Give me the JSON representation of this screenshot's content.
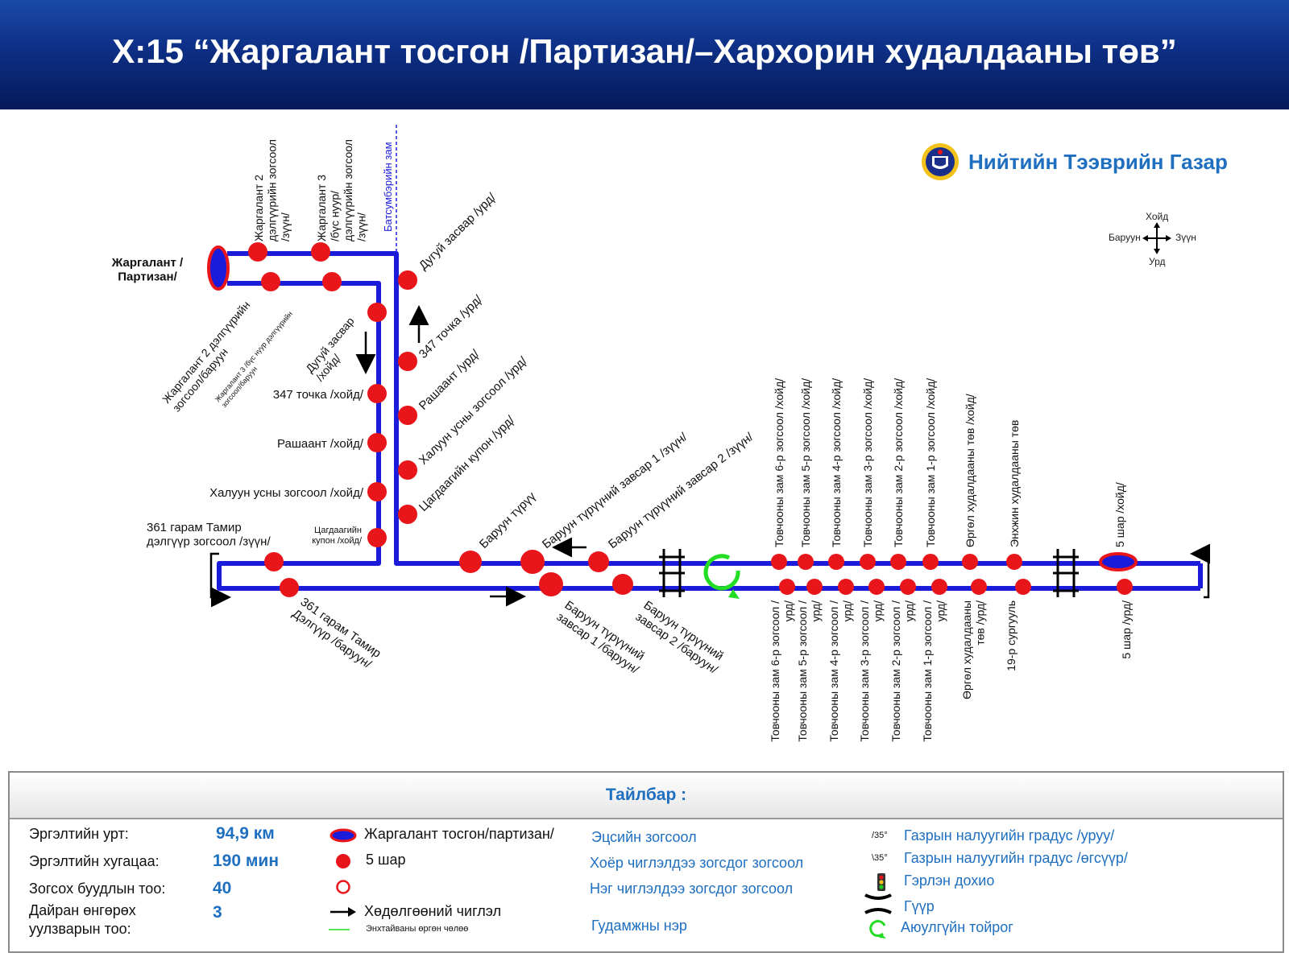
{
  "title": "Х:15 “Жаргалант тосгон /Партизан/–Хархорин худалдааны төв”",
  "organization": "Нийтийн Тээврийн Газар",
  "compass": {
    "north": "Хойд",
    "south": "Урд",
    "east": "Зүүн",
    "west": "Баруун"
  },
  "colors": {
    "route": "#1b1bdc",
    "stop": "#e8161b",
    "header": "#0d2f85",
    "accent": "#1f6fc0",
    "roundabout": "#22dd22"
  },
  "map_labels": {
    "terminal": "Жаргалант /\nПартизан/",
    "street": "Батсумбэрийн зам",
    "north_west": [
      "Жаргалант 2\nдэлгүүрийн зогсоол\n/зүүн/",
      "Жаргалант 3\n/бүс нуур/\nдэлгүүрийн зогсоол\n/зүүн/",
      "Жаргалант 2 дэлгүүрийн\nзогсоол/баруун",
      "Жаргалант 3 /бүс нуур дэлгүүрийн\nзогсоол/баруун",
      "Дугуй засвар\n/хойд/"
    ],
    "vertical_west": [
      "347 точка /хойд/",
      "Рашаант /хойд/",
      "Халуун усны зогсоол /хойд/",
      "Цагдаагийн\nкупон /хойд/"
    ],
    "vertical_east": [
      "Дугуй засвар /урд/",
      "347 точка /урд/",
      "Рашаант /урд/",
      "Халуун усны зогсоол /урд/",
      "Цагдаагийн купон /урд/"
    ],
    "loop_west_top": "361 гарам Тамир\nдэлгүүр зогсоол /зүүн/",
    "loop_west_bottom": "361 гарам Тамир\nДэлгүүр /баруун/",
    "top_row": [
      "Баруун түрүү",
      "Баруун түрүүний завсар 1 /зүүн/",
      "Баруун түрүүний завсар 2 /зүүн/",
      "Товчооны зам 6-р зогсоол /хойд/",
      "Товчооны зам 5-р зогсоол /хойд/",
      "Товчооны зам 4-р зогсоол /хойд/",
      "Товчооны зам 3-р зогсоол /хойд/",
      "Товчооны зам 2-р зогсоол /хойд/",
      "Товчооны зам 1-р зогсоол /хойд/",
      "Өргөл худалдааны төв /хойд/",
      "Энхжин худалдааны төв",
      "5 шар /хойд/"
    ],
    "bottom_row": [
      "Баруун түрүүний\nзавсар 1 /баруун/",
      "Баруун түрүүний\nзавсар 2 /баруун/",
      "Товчооны зам 6-р зогсоол /\nурд/",
      "Товчооны зам 5-р зогсоол /\nурд/",
      "Товчооны зам 4-р зогсоол /\nурд/",
      "Товчооны зам 3-р зогсоол /\nурд/",
      "Товчооны зам 2-р зогсоол /\nурд/",
      "Товчооны зам 1-р зогсоол /\nурд/",
      "Өргөл худалдааны\nтөв /урд/",
      "19-р сургууль",
      "5 шар /урд/"
    ]
  },
  "legend": {
    "title": "Тайлбар :",
    "stats": [
      {
        "label": "Эргэлтийн урт:",
        "value": "94,9 км"
      },
      {
        "label": "Эргэлтийн хугацаа:",
        "value": "190 мин"
      },
      {
        "label": "Зогсох буудлын тоо:",
        "value": "40"
      },
      {
        "label": "Дайран өнгөрөх\nуулзварын тоо:",
        "value": "3"
      }
    ],
    "symbols": {
      "terminal": "Жаргалант тосгон/партизан/",
      "bus_5": "5 шар",
      "movement": "Хөдөлгөөний чиглэл",
      "line": "Энхтайваны өргөн чөлөө"
    },
    "stop_types": [
      "Эцсийн зогсоол",
      "Хоёр чиглэлдээ зогсдог зогсоол",
      "Нэг чиглэлдээ зогсдог зогсоол",
      "Гудамжны нэр"
    ],
    "extras": {
      "slope_up_mark": "/35°",
      "slope_up": "Газрын налуугийн градус /уруу/",
      "slope_down_mark": "\\35°",
      "slope_down": "Газрын налуугийн градус /өгсүүр/",
      "traffic_light": "Гэрлэн дохио",
      "bridge": "Гүүр",
      "roundabout": "Аюулгүйн тойрог"
    }
  }
}
